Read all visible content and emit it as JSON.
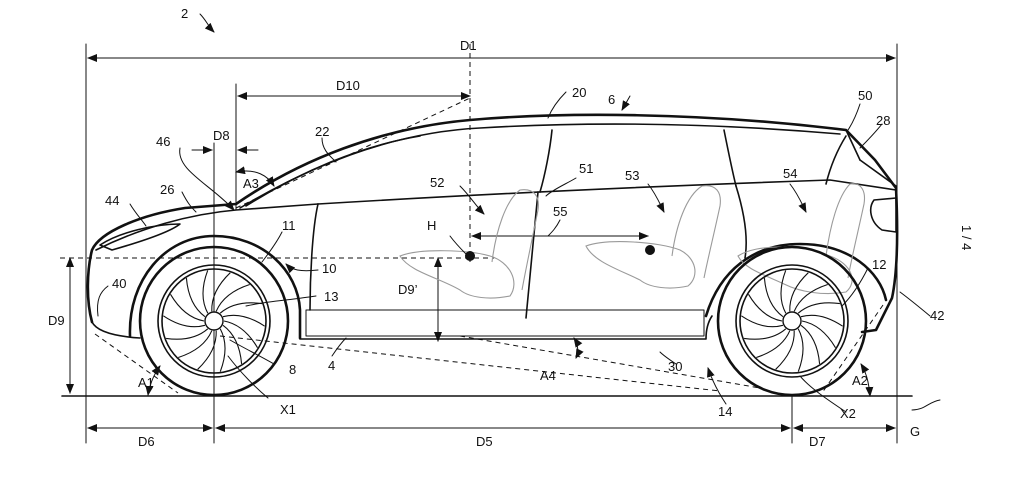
{
  "figure": {
    "ref_2": "2",
    "sheet": "1 / 4",
    "dims": {
      "D1": "D1",
      "D10": "D10",
      "D8": "D8",
      "D9": "D9",
      "D9p": "D9’",
      "D6": "D6",
      "D5": "D5",
      "D7": "D7",
      "A1": "A1",
      "A2": "A2",
      "A3": "A3",
      "A4": "A4",
      "X1": "X1",
      "X2": "X2",
      "H": "H",
      "G": "G"
    },
    "refs": {
      "r6": "6",
      "r20": "20",
      "r22": "22",
      "r46": "46",
      "r26": "26",
      "r44": "44",
      "r11": "11",
      "r10": "10",
      "r13": "13",
      "r40": "40",
      "r8": "8",
      "r4": "4",
      "r52": "52",
      "r51": "51",
      "r53": "53",
      "r55": "55",
      "r54": "54",
      "r50": "50",
      "r28": "28",
      "r12": "12",
      "r42": "42",
      "r30": "30",
      "r14": "14"
    }
  }
}
